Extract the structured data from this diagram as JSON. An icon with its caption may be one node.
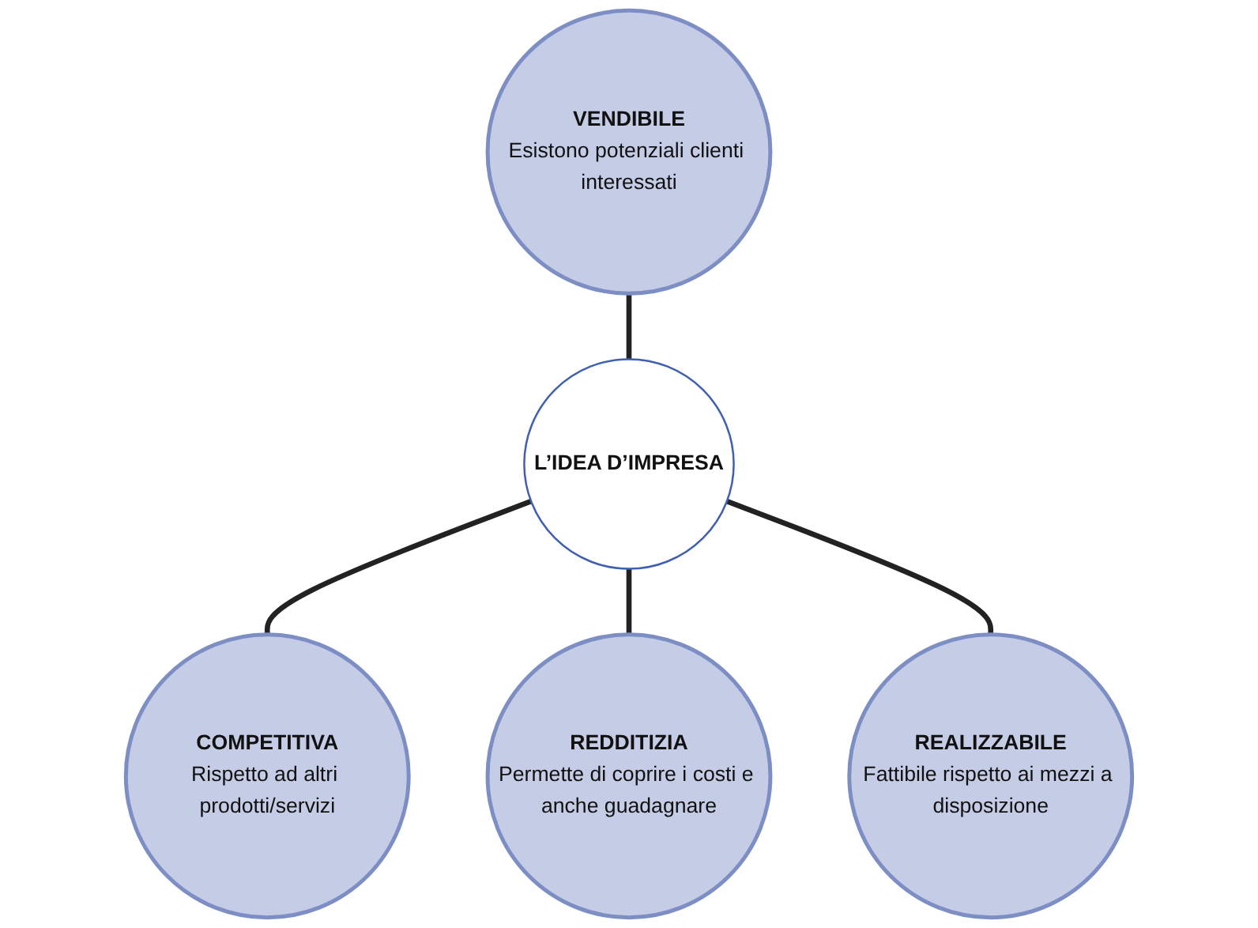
{
  "diagram": {
    "nodes": [
      {
        "text": [
          "L’IDEA D’IMPRESA"
        ]
      },
      {
        "text": [
          "VENDIBILE",
          "Esistono potenziali clienti interessati"
        ]
      },
      {
        "text": [
          "COMPETITIVA",
          "Rispetto ad altri prodotti/servizi"
        ]
      },
      {
        "text": [
          "REALIZZABILE",
          "Fattibile rispetto ai mezzi a disposizione"
        ]
      },
      {
        "text": [
          "REDDITIZIA",
          "Permette di coprire i costi e anche guadagnare"
        ]
      }
    ],
    "edges": [
      {
        "from": 1,
        "to": 0,
        "arrow": "none"
      },
      {
        "from": 0,
        "to": 2,
        "arrow": "none"
      },
      {
        "from": 0,
        "to": 4,
        "arrow": "none"
      },
      {
        "from": 0,
        "to": 3,
        "arrow": "none"
      }
    ]
  }
}
